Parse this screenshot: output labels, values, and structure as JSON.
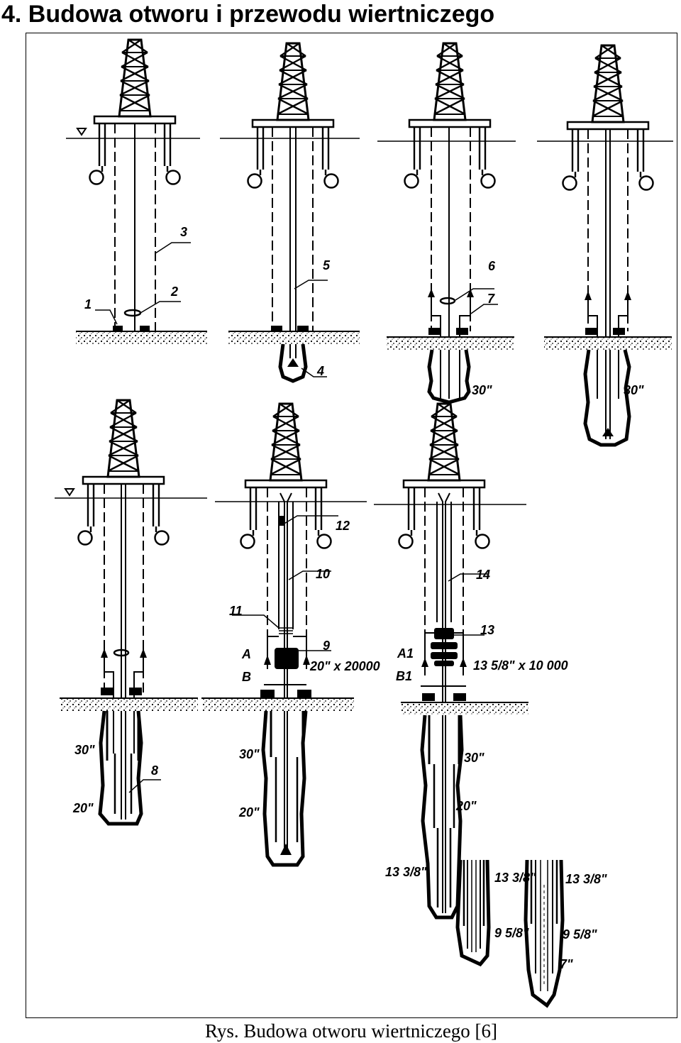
{
  "page": {
    "title": "4. Budowa otworu i przewodu wiertniczego",
    "caption": "Rys. Budowa otworu wiertniczego [6]"
  },
  "diagram": {
    "labels": {
      "n1": "1",
      "n2": "2",
      "n3": "3",
      "n4": "4",
      "n5": "5",
      "n6": "6",
      "n7": "7",
      "n8": "8",
      "n9": "9",
      "n10": "10",
      "n11": "11",
      "n12": "12",
      "n13": "13",
      "n14": "14",
      "a": "A",
      "b": "B",
      "a1": "A1",
      "b1": "B1",
      "bop20": "20\" x 20000",
      "bop13": "13 5/8\" x 10 000",
      "s30": "30\"",
      "s20": "20\"",
      "s13": "13 3/8\"",
      "s9": "9 5/8\"",
      "s7": "7\""
    }
  }
}
